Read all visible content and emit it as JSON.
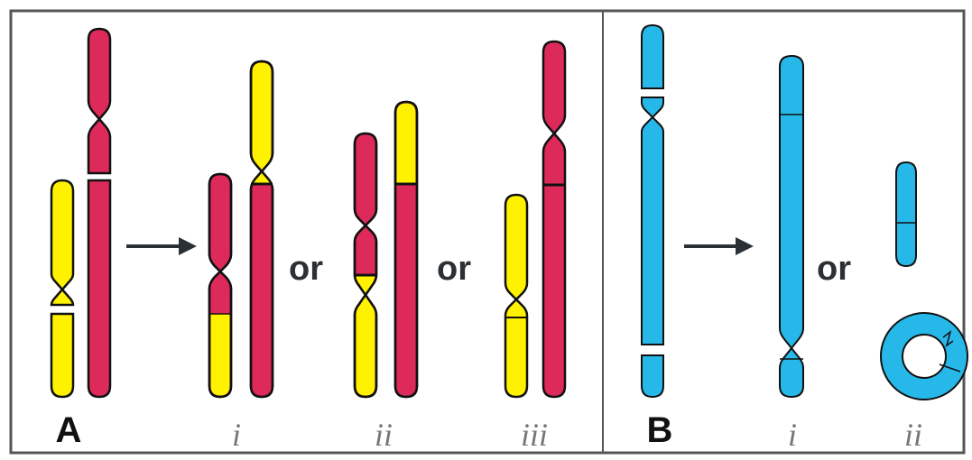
{
  "panels": {
    "a": {
      "label": "A",
      "connector": "or",
      "outcomes": [
        "i",
        "ii",
        "iii"
      ]
    },
    "b": {
      "label": "B",
      "connector": "or",
      "outcomes": [
        "i",
        "ii"
      ]
    }
  },
  "colors": {
    "yellow": "#FFF200",
    "magenta": "#DD2A5B",
    "cyan": "#27B8EA",
    "frame": "#555555",
    "text": "#111111"
  }
}
